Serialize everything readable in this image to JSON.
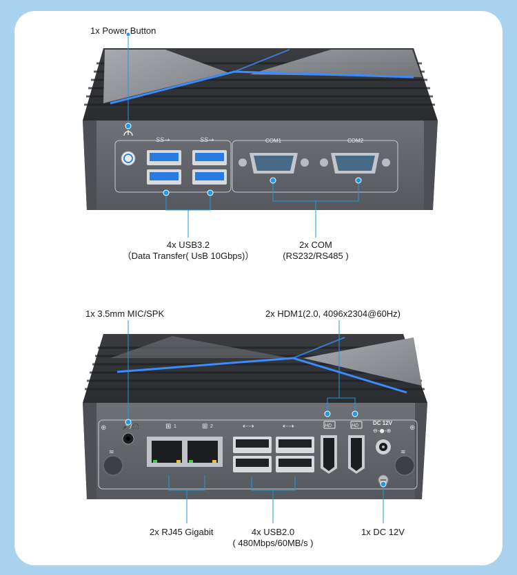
{
  "labels": {
    "power_button": "1x Power Button",
    "usb32_title": "4x USB3.2",
    "usb32_sub": "（Data Transfer( UsB 10Gbps)）",
    "com_title": "2x COM",
    "com_sub": "(RS232/RS485 )",
    "mic_spk": "1x 3.5mm MIC/SPK",
    "hdmi": "2x HDM1(2.0, 4096x2304@60Hz)",
    "rj45": "2x RJ45 Gigabit",
    "usb20_title": "4x USB2.0",
    "usb20_sub": "( 480Mbps/60MB/s )",
    "dc": "1x DC 12V"
  },
  "panel_text": {
    "com1": "COM1",
    "com2": "COM2",
    "dc_12v": "DC 12V",
    "lan1": "1",
    "lan2": "2",
    "hd1": "HD",
    "hd2": "HD",
    "ss1": "SS",
    "ss2": "SS"
  },
  "colors": {
    "background": "#a9d2ef",
    "card": "#ffffff",
    "callout": "#1e9be6",
    "chassis": "#5b5e63",
    "usb_blue": "#2a7be0"
  }
}
